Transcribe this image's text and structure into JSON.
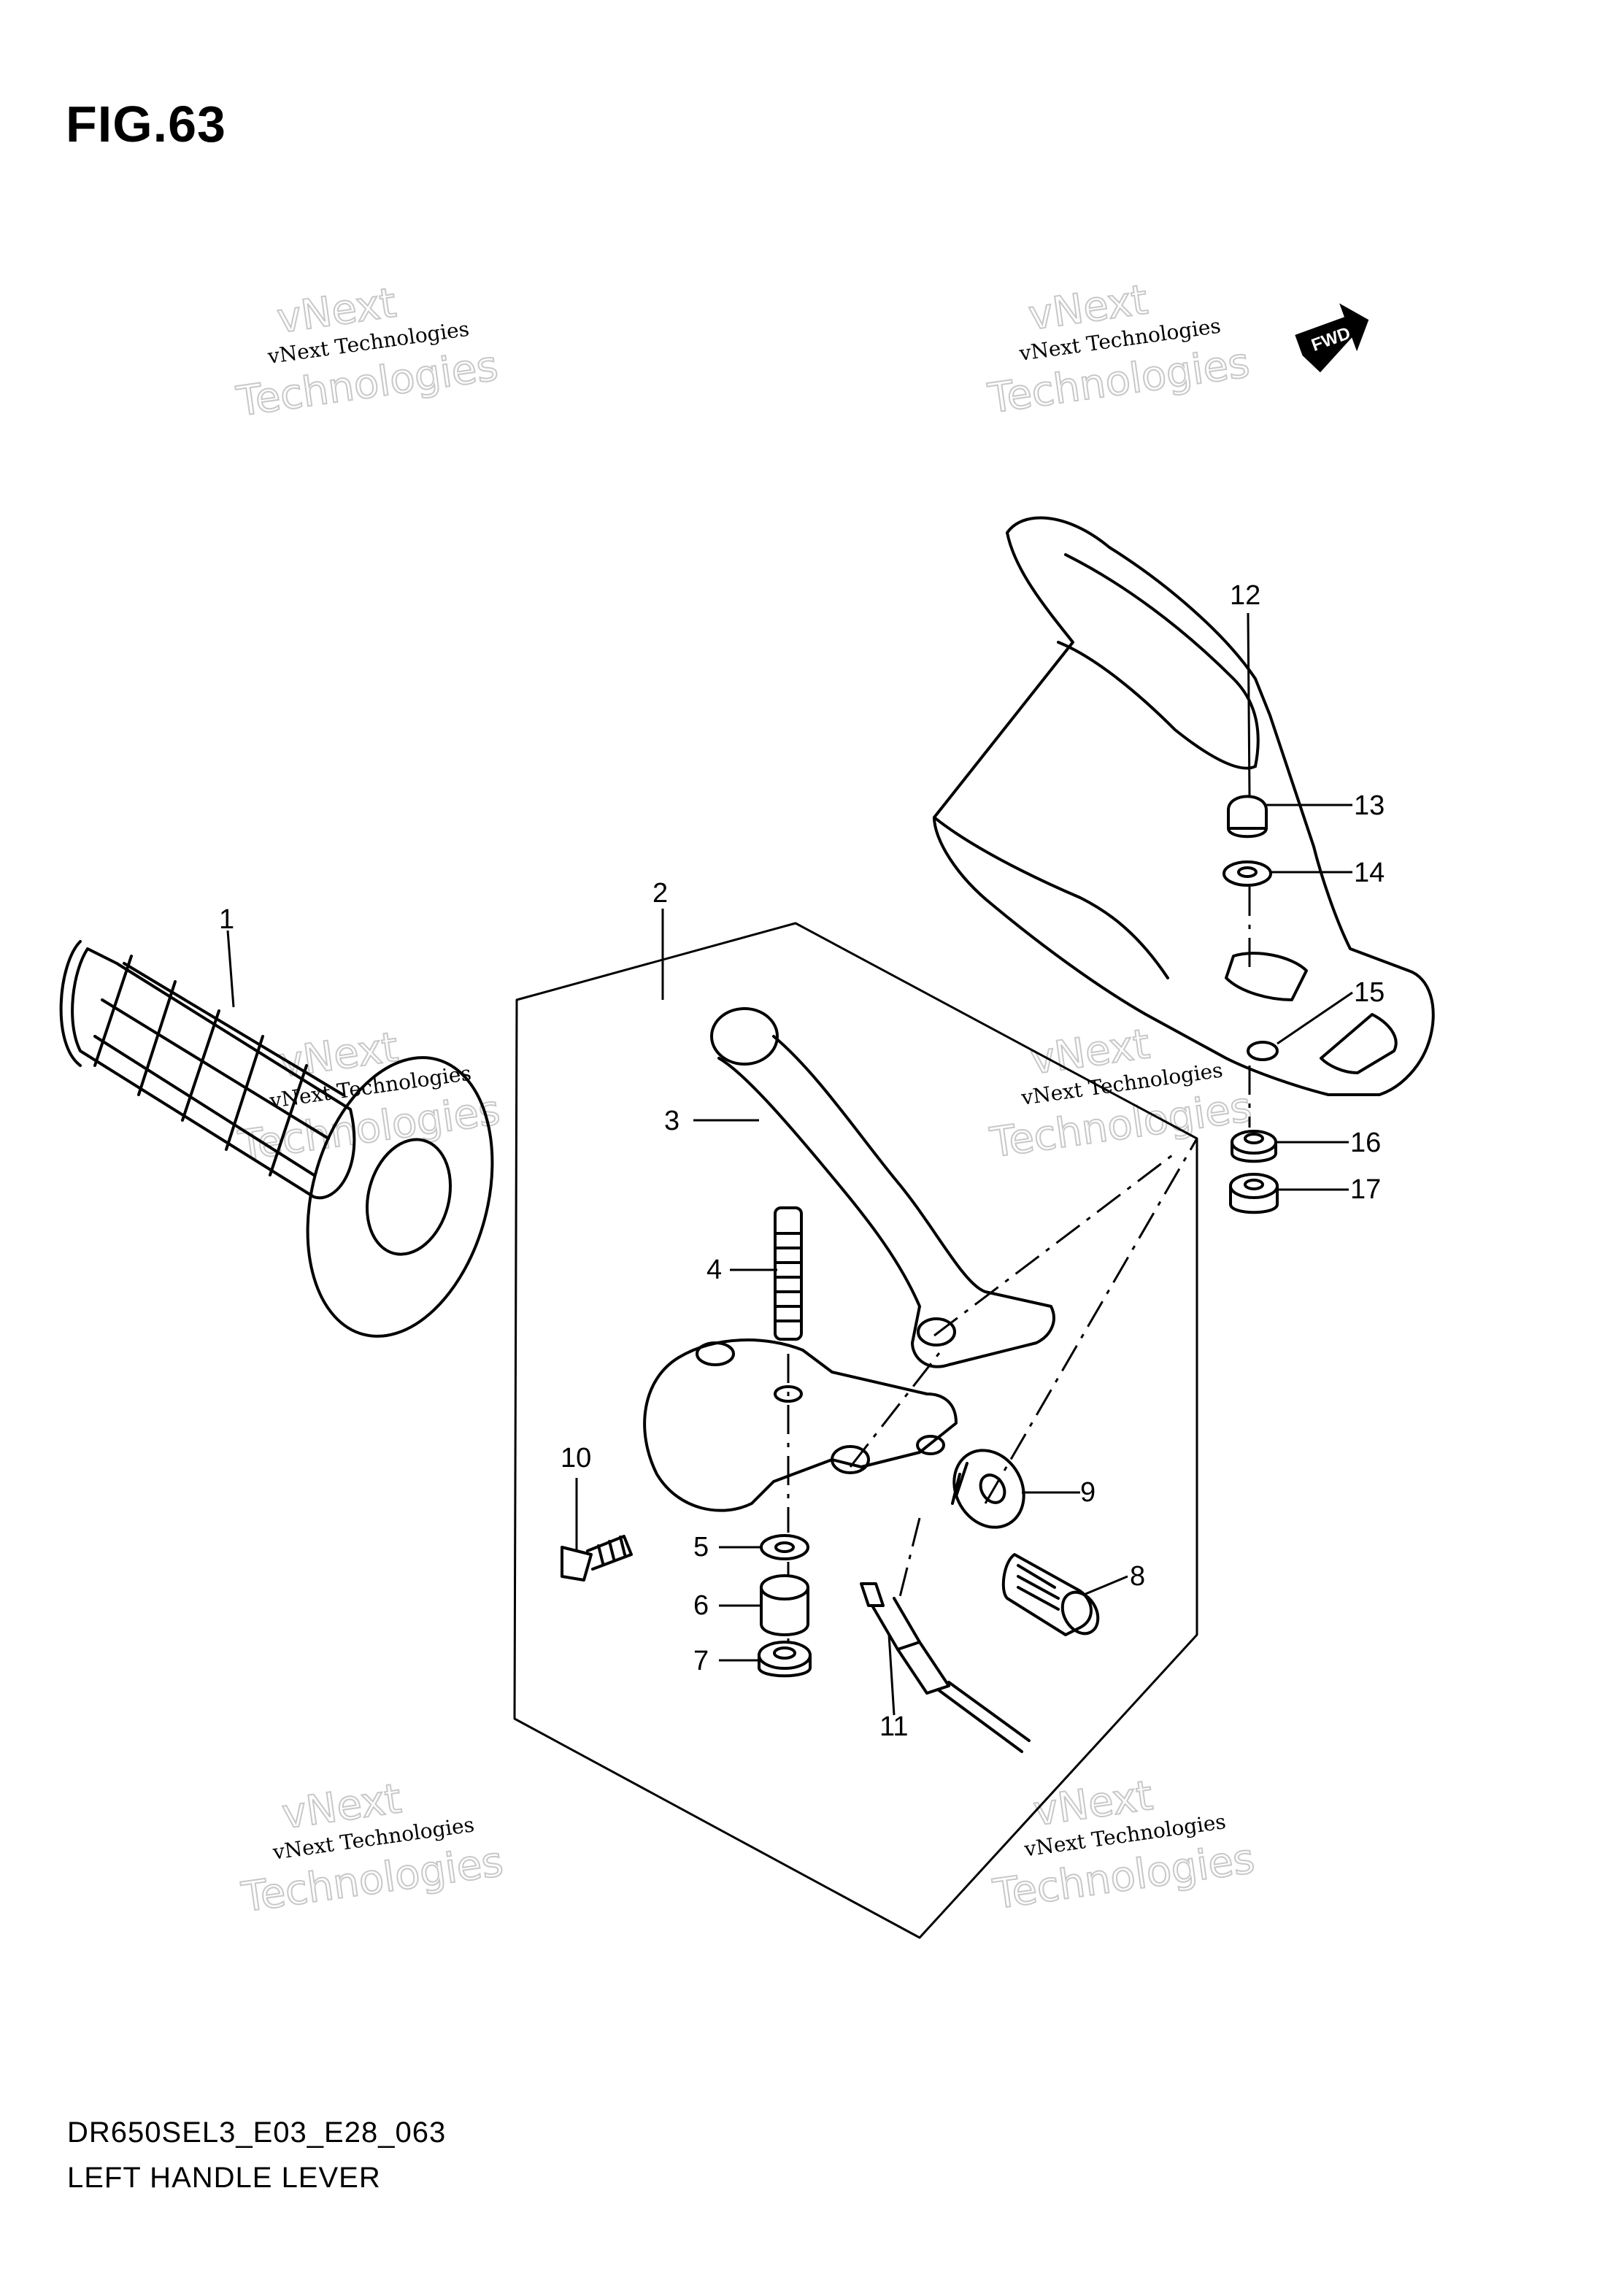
{
  "figure": {
    "title": "FIG.63",
    "model_code": "DR650SEL3_E03_E28_063",
    "diagram_name": "LEFT HANDLE LEVER"
  },
  "direction_badge": {
    "label": "FWD",
    "icon": "forward-arrow-icon"
  },
  "watermark": {
    "line_small": "vNext Technologies",
    "line_big_1": "vNext",
    "line_big_2": "Technologies"
  },
  "callouts": {
    "c1": "1",
    "c2": "2",
    "c3": "3",
    "c4": "4",
    "c5": "5",
    "c6": "6",
    "c7": "7",
    "c8": "8",
    "c9": "9",
    "c10": "10",
    "c11": "11",
    "c12": "12",
    "c13": "13",
    "c14": "14",
    "c15": "15",
    "c16": "16",
    "c17": "17"
  }
}
